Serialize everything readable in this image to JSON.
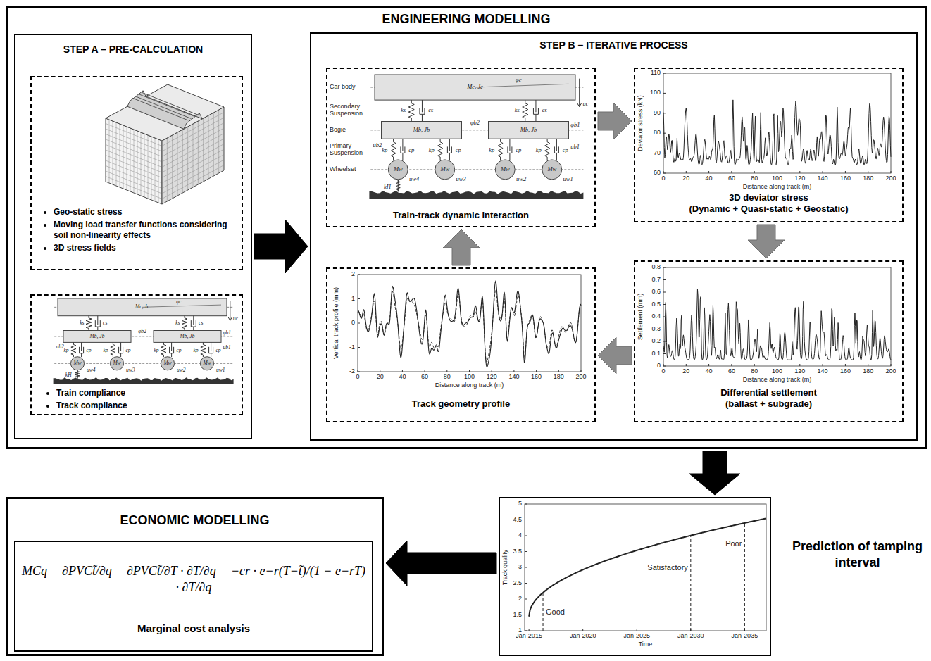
{
  "diagram": {
    "nodes": [
      {
        "text": [
          "ENGINEERING MODELLING"
        ]
      },
      {
        "text": [
          "STEP A – PRE-CALCULATION"
        ],
        "in": 0
      },
      {
        "text": [
          "Geo-static stress",
          "Moving load transfer functions considering soil non-linearity effects",
          "3D stress fields"
        ],
        "in": 1
      },
      {
        "text": [
          "Train compliance",
          "Track compliance"
        ],
        "in": 1
      },
      {
        "text": [
          "STEP B – ITERATIVE PROCESS"
        ],
        "in": 0
      },
      {
        "text": [
          "Train-track dynamic interaction"
        ],
        "in": 4
      },
      {
        "text": [
          "3D deviator stress",
          "(Dynamic + Quasi-static + Geostatic)"
        ],
        "in": 4
      },
      {
        "text": [
          "Differential settlement",
          "(ballast + subgrade)"
        ],
        "in": 4
      },
      {
        "text": [
          "Track geometry profile"
        ],
        "in": 4
      },
      {
        "text": [
          "Prediction of tamping interval"
        ]
      },
      {
        "text": [
          "ECONOMIC MODELLING"
        ]
      },
      {
        "text": [
          "MCq = ∂PVCt̃/∂q = ∂PVCt̃/∂T · ∂T/∂q = −cr · e−r(T−t̃)/(1 − e−rT̄) · ∂T/∂q",
          "Marginal cost analysis"
        ],
        "in": 10
      }
    ],
    "edges": [
      {
        "from": 1,
        "to": 4,
        "arrow": "to"
      },
      {
        "from": 5,
        "to": 6,
        "arrow": "to"
      },
      {
        "from": 6,
        "to": 7,
        "arrow": "to"
      },
      {
        "from": 7,
        "to": 8,
        "arrow": "to"
      },
      {
        "from": 8,
        "to": 5,
        "arrow": "to"
      },
      {
        "from": 0,
        "to": 9,
        "arrow": "to"
      },
      {
        "from": 9,
        "to": 10,
        "arrow": "to"
      }
    ],
    "labels": [
      "Car body",
      "Secondary Suspension",
      "Bogie",
      "Primary Suspension",
      "Wheelset",
      "Mc, Jc",
      "φc",
      "uc",
      "ks",
      "cs",
      "ks",
      "cs",
      "Mb, Jb",
      "φb2",
      "Mb, Jb",
      "φb1",
      "ub2",
      "ub1",
      "kp",
      "cp",
      "kp",
      "cp",
      "kp",
      "cp",
      "kp",
      "cp",
      "Mw",
      "Mw",
      "Mw",
      "Mw",
      "uw4",
      "uw3",
      "uw2",
      "uw1",
      "kH",
      "Mc, Jc",
      "φc",
      "uc",
      "ks",
      "cs",
      "ks",
      "cs",
      "Mb, Jb",
      "φb2",
      "Mb, Jb",
      "φb1",
      "ub2",
      "ub1",
      "kp",
      "cp",
      "kp",
      "cp",
      "kp",
      "cp",
      "kp",
      "cp",
      "Mw",
      "Mw",
      "Mw",
      "Mw",
      "uw4",
      "uw3",
      "uw2",
      "uw1",
      "kH",
      "60",
      "70",
      "80",
      "90",
      "100",
      "110",
      "0",
      "20",
      "40",
      "60",
      "80",
      "100",
      "120",
      "140",
      "160",
      "180",
      "200",
      "Distance along track (m)",
      "Deviator stress (kN)",
      "0",
      "0.1",
      "0.2",
      "0.3",
      "0.4",
      "0.5",
      "0.6",
      "0.7",
      "0.8",
      "0",
      "20",
      "40",
      "60",
      "80",
      "100",
      "120",
      "140",
      "160",
      "180",
      "200",
      "Distance along track (m)",
      "Settlement (mm)",
      "-2",
      "-1",
      "0",
      "1",
      "2",
      "0",
      "20",
      "40",
      "60",
      "80",
      "100",
      "120",
      "140",
      "160",
      "180",
      "200",
      "Distance along track (m)",
      "Vertical track profile (mm)",
      "1",
      "1.5",
      "2",
      "2.5",
      "3",
      "3.5",
      "4",
      "4.5",
      "5",
      "Jan-2015",
      "Jan-2020",
      "Jan-2025",
      "Jan-2030",
      "Jan-2035",
      "Time",
      "Track quality",
      "Good",
      "Satisfactory",
      "Poor"
    ]
  }
}
